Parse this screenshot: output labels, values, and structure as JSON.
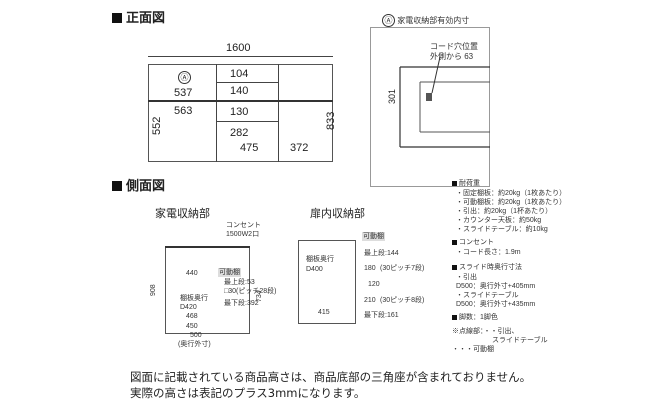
{
  "front_view": {
    "heading": "正面図",
    "marker_a": "Ⓐ",
    "width_total": "1600",
    "dims": {
      "d537": "537",
      "d563": "563",
      "d552": "552",
      "d104": "104",
      "d140": "140",
      "d130": "130",
      "d282": "282",
      "d475": "475",
      "d372": "372",
      "d833": "833"
    }
  },
  "detail_a": {
    "marker": "Ⓐ",
    "caption": "家電収納部有効内寸",
    "cord_note_line1": "コード穴位置",
    "cord_note_line2": "外側から 63",
    "d301": "301"
  },
  "side_view": {
    "heading": "側面図",
    "appliance_title": "家電収納部",
    "door_title": "扉内収納部",
    "outlet_line1": "コンセント",
    "outlet_line2": "1500W2口",
    "movable_tag_left": "可動棚",
    "top_step_left": "最上段:53",
    "pitch_left": "□30(ピッチ28段)",
    "bottom_step_left": "最下段:392",
    "depth_left": "棚板奥行",
    "depth_left_val": "D420",
    "d908": "908",
    "d440": "440",
    "d734": "734",
    "d468": "468",
    "d450": "450",
    "d500": "500",
    "outer_note": "(奥行外寸)",
    "movable_tag_right": "可動棚",
    "top_step_right": "最上段:144",
    "depth_right": "棚板奥行",
    "depth_right_val": "D400",
    "d180": "180",
    "pitch180": "(30ピッチ7段)",
    "d120": "120",
    "d210": "210",
    "pitch210": "(30ピッチ8段)",
    "d415": "415",
    "bottom_step_right": "最下段:161"
  },
  "specs": {
    "load_title": "耐荷重",
    "load_items": [
      "・固定棚板：約20kg（1枚あたり）",
      "・可動棚板：約20kg（1枚あたり）",
      "・引出：約20kg（1杯あたり）",
      "・カウンター天板：約50kg",
      "・スライドテーブル：約10kg"
    ],
    "outlet_title": "コンセント",
    "outlet_items": [
      "・コード長さ：1.9m"
    ],
    "slide_title": "スライド時奥行寸法",
    "slide_items": [
      "・引出",
      "D500：奥行外寸+405mm",
      "・スライドテーブル",
      "D500：奥行外寸+435mm"
    ],
    "legs_title": "脚数：1脚色",
    "legend_l1": "※点線部：・・引出、",
    "legend_l2": "スライドテーブル",
    "legend_l3": "・・・可動棚"
  },
  "footer": {
    "line1": "図面に記載されている商品高さは、商品底部の三角座が含まれておりません。",
    "line2": "実際の高さは表記のプラス3mmになります。"
  }
}
